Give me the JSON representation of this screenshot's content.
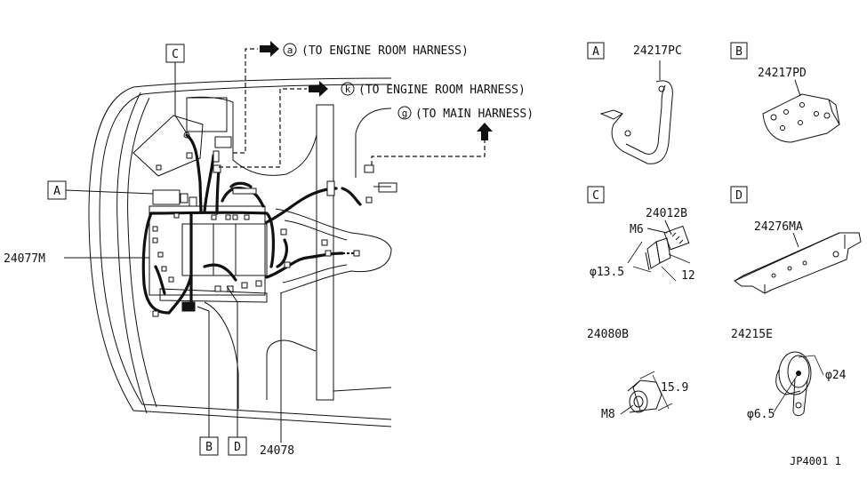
{
  "callouts": {
    "a_letter": "a",
    "a_text": "(TO ENGINE ROOM HARNESS)",
    "b_letter": "k",
    "b_text": "(TO ENGINE ROOM HARNESS)",
    "c_letter": "g",
    "c_text": "(TO MAIN HARNESS)"
  },
  "main_labels": {
    "box_c": "C",
    "box_a": "A",
    "box_b": "B",
    "box_d": "D",
    "part_harness": "24077M",
    "part_harness_bottom": "24078"
  },
  "parts": {
    "a": {
      "box": "A",
      "number": "24217PC"
    },
    "b": {
      "box": "B",
      "number": "24217PD"
    },
    "c": {
      "box": "C",
      "number": "24012B",
      "thread": "M6",
      "dia": "φ13.5",
      "len": "12"
    },
    "d": {
      "box": "D",
      "number": "24276MA"
    },
    "e": {
      "number": "24080B",
      "thread": "M8",
      "height": "15.9"
    },
    "f": {
      "number": "24215E",
      "outer": "φ24",
      "inner": "φ6.5"
    }
  },
  "footer": {
    "code": "JP4001 1"
  }
}
